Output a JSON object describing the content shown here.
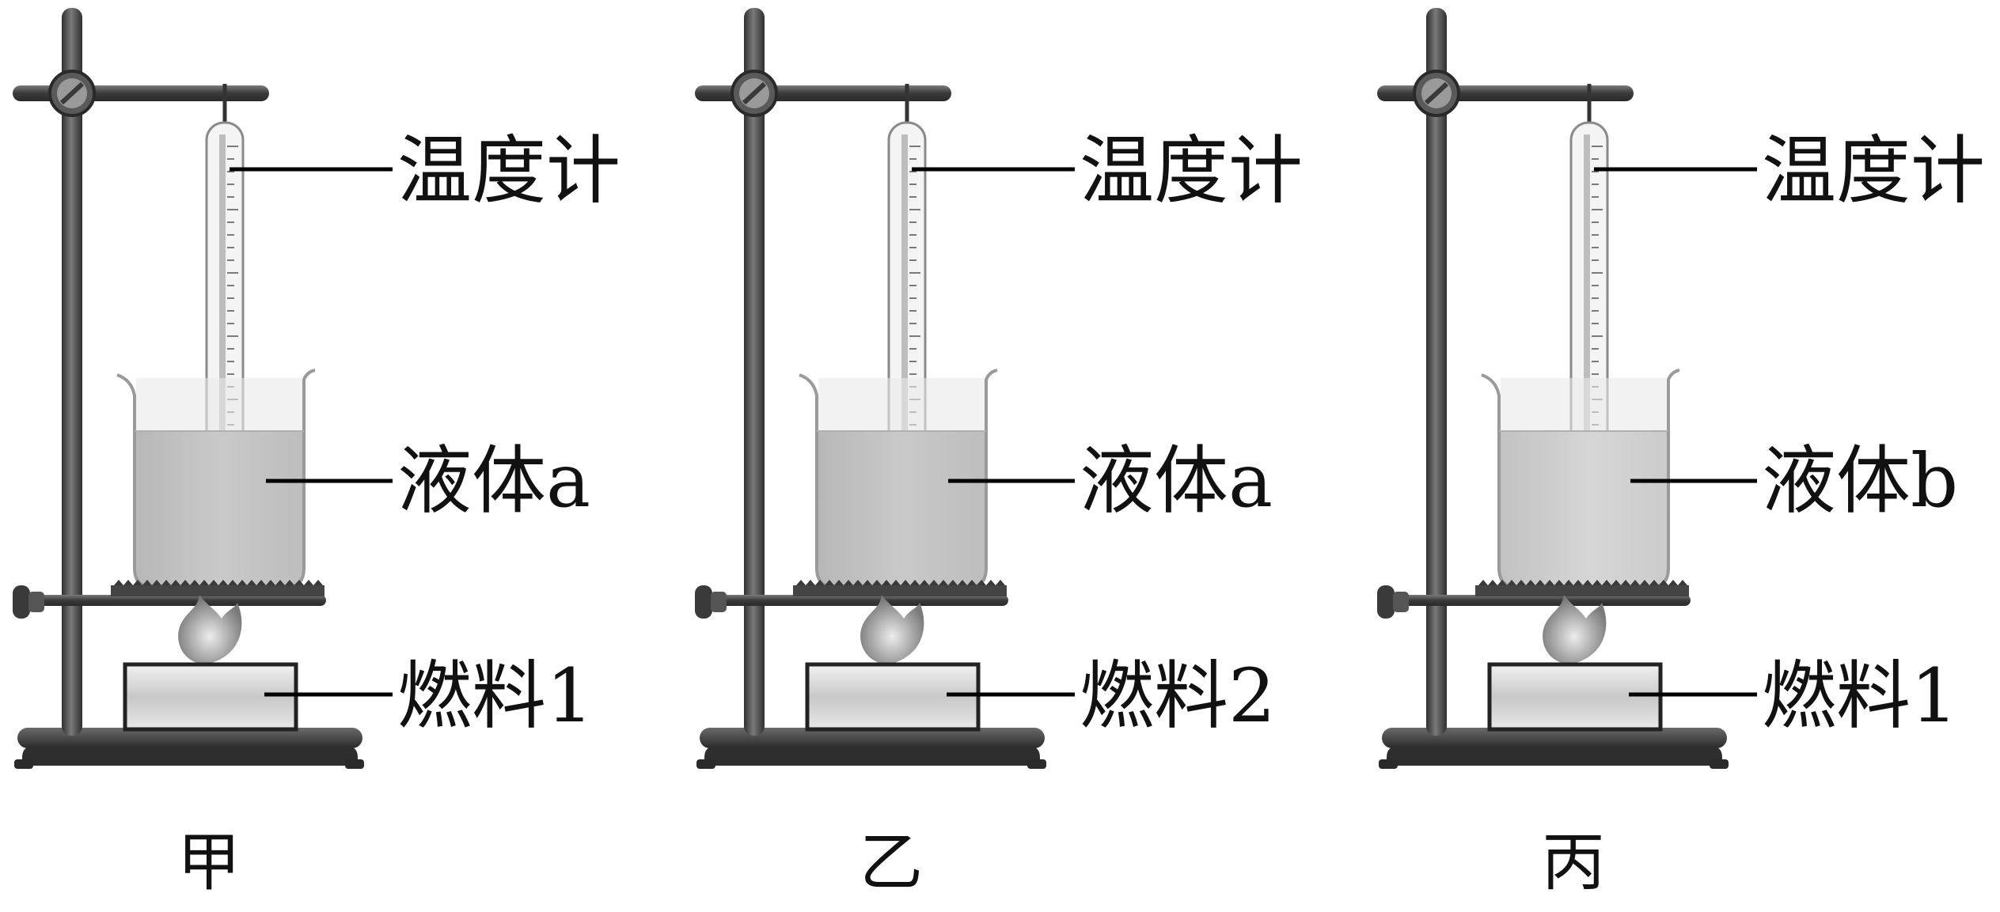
{
  "setups": [
    {
      "caption": "甲",
      "labels": {
        "thermometer": "温度计",
        "liquid": "液体a",
        "fuel": "燃料1"
      },
      "liquid_color": "#bdbdbd"
    },
    {
      "caption": "乙",
      "labels": {
        "thermometer": "温度计",
        "liquid": "液体a",
        "fuel": "燃料2"
      },
      "liquid_color": "#bdbdbd"
    },
    {
      "caption": "丙",
      "labels": {
        "thermometer": "温度计",
        "liquid": "液体b",
        "fuel": "燃料1"
      },
      "liquid_color": "#cfcfcf"
    }
  ],
  "colors": {
    "stand": "#3a3a3a",
    "stand_highlight": "#6e6e6e",
    "glass": "#e6e6e6",
    "flame": "#9a9a9a",
    "line": "#000000"
  },
  "icons": {
    "stand": "retort-stand-icon",
    "clamp": "clamp-screw-icon",
    "thermometer": "thermometer-icon",
    "beaker": "beaker-icon",
    "gauze": "wire-gauze-icon",
    "flame": "flame-icon",
    "burner": "fuel-burner-icon"
  }
}
